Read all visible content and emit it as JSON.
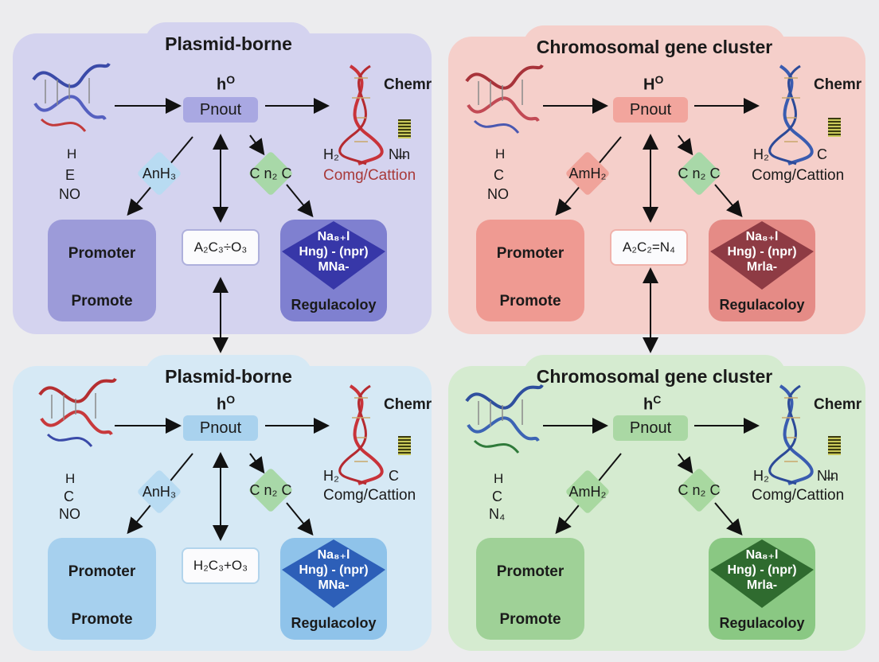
{
  "panels": {
    "tl": {
      "title": "Plasmid-borne",
      "top_label": "h",
      "top_sup": "O",
      "pnout": "Pnout",
      "chem_label": "Chemr",
      "left_labels": [
        "H",
        "E",
        "NO"
      ],
      "h2_label": "H₂",
      "nitro_label": "Nl̶n",
      "comp_label": "Comg/Cattion",
      "left_diamond": "AnH₃",
      "right_diamond": "C  n₂ C",
      "formula": "A₂C₃÷O₃",
      "promoter_title": "Promoter",
      "promoter_sub": "Promote",
      "reg_line1": "Na₈₊l",
      "reg_line2": "Hng) - (npr)",
      "reg_line3": "MNa-",
      "reg_label": "Regulacoloy"
    },
    "tr": {
      "title": "Chromosomal gene cluster",
      "top_label": "H",
      "top_sup": "O",
      "pnout": "Pnout",
      "chem_label": "Chemr",
      "left_labels": [
        "H",
        "C",
        "NO"
      ],
      "h2_label": "H₂",
      "nitro_label": "C",
      "comp_label": "Comg/Cattion",
      "left_diamond": "AmH₂",
      "right_diamond": "C  n₂ C",
      "formula": "A₂C₂=N₄",
      "promoter_title": "Promoter",
      "promoter_sub": "Promote",
      "reg_line1": "Na₈₊l",
      "reg_line2": "Hng) - (npr)",
      "reg_line3": "Mrla-",
      "reg_label": "Regulacoloy"
    },
    "bl": {
      "title": "Plasmid-borne",
      "top_label": "h",
      "top_sup": "O",
      "pnout": "Pnout",
      "chem_label": "Chemr",
      "left_labels": [
        "H",
        "C",
        "NO"
      ],
      "h2_label": "H₂",
      "nitro_label": "C",
      "comp_label": "Comg/Cattion",
      "left_diamond": "AnH₃",
      "right_diamond": "C  n₂ C",
      "formula": "H₂C₃+O₃",
      "promoter_title": "Promoter",
      "promoter_sub": "Promote",
      "reg_line1": "Na₈₊l",
      "reg_line2": "Hng) - (npr)",
      "reg_line3": "MNa-",
      "reg_label": "Regulacoloy"
    },
    "br": {
      "title": "Chromosomal gene cluster",
      "top_label": "h",
      "top_sup": "C",
      "pnout": "Pnout",
      "chem_label": "Chemr",
      "left_labels": [
        "H",
        "C",
        "N₄"
      ],
      "h2_label": "H₂",
      "nitro_label": "Nl̶n",
      "comp_label": "Comg/Cattion",
      "left_diamond": "AmH₂",
      "right_diamond": "C  n₂ C",
      "formula": "",
      "promoter_title": "Promoter",
      "promoter_sub": "Promote",
      "reg_line1": "Na₈₊l",
      "reg_line2": "Hng) - (npr)",
      "reg_line3": "Mrla-",
      "reg_label": "Regulacoloy"
    }
  },
  "colors": {
    "tl_bg": "#d4d3ef",
    "tl_pnout": "#a9a8e2",
    "tl_diamond": "#b8dbf2",
    "tl_diamond2": "#a8d8a8",
    "tl_promoter": "#9c9bd9",
    "tl_reg": "#7f80d0",
    "tl_regdia": "#3737a8",
    "tr_bg": "#f5cfca",
    "tr_pnout": "#f2a59d",
    "tr_diamond": "#f0a39a",
    "tr_diamond2": "#a8d8a8",
    "tr_promoter": "#ef9a92",
    "tr_reg": "#e58b86",
    "tr_regdia": "#8e3b44",
    "bl_bg": "#d6e9f5",
    "bl_pnout": "#a9d2ee",
    "bl_diamond": "#b8dbf2",
    "bl_diamond2": "#a8d8a8",
    "bl_promoter": "#a6d0ee",
    "bl_reg": "#8fc3ea",
    "bl_regdia": "#2d5fb8",
    "br_bg": "#d5ebd0",
    "br_pnout": "#aad8a4",
    "br_diamond": "#a8d8a0",
    "br_diamond2": "#a8d8a0",
    "br_promoter": "#9fd197",
    "br_reg": "#8ac883",
    "br_regdia": "#2f6b2f"
  }
}
